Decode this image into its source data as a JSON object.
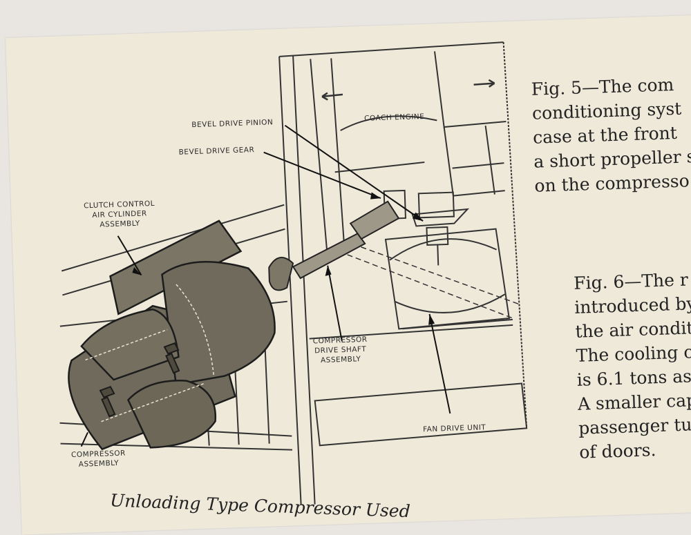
{
  "diagram_labels": {
    "bevel_drive_pinion": "BEVEL DRIVE PINION",
    "bevel_drive_gear": "BEVEL DRIVE GEAR",
    "coach_engine": "COACH ENGINE",
    "clutch_control": "CLUTCH CONTROL\nAIR CYLINDER\nASSEMBLY",
    "compressor_drive_shaft": "COMPRESSOR\nDRIVE SHAFT\nASSEMBLY",
    "fan_drive_unit": "FAN DRIVE UNIT",
    "compressor_assembly": "COMPRESSOR\nASSEMBLY"
  },
  "figure_5_caption": [
    "Fig. 5—The com",
    "conditioning syst",
    "case at the front",
    "a short propeller s",
    "on the compresso"
  ],
  "figure_6_caption": [
    "Fig. 6—The r",
    "introduced by",
    "the air conditi",
    "The cooling c",
    "is 6.1 tons as",
    "A smaller cap",
    "passenger  tu",
    "of doors."
  ],
  "bottom_caption": "Unloading Type Compressor Used",
  "colors": {
    "paper": "#efe9da",
    "background": "#e9e6e2",
    "ink": "#222222",
    "compressor_fill": "#6f6a5b"
  }
}
